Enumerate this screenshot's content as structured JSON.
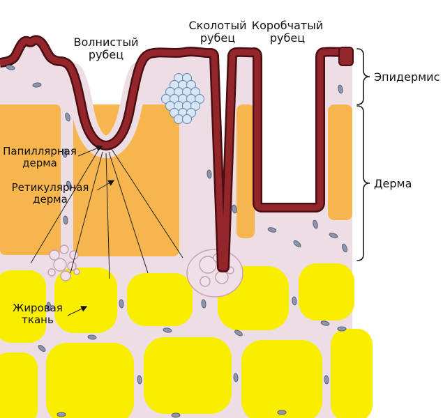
{
  "diagram": {
    "scar_labels": {
      "rolling": {
        "line1": "Волнистый",
        "line2": "рубец"
      },
      "icepick": {
        "line1": "Сколотый",
        "line2": "рубец"
      },
      "boxcar": {
        "line1": "Коробчатый",
        "line2": "рубец"
      }
    },
    "layer_labels": {
      "epidermis": "Эпидермис",
      "dermis": "Дерма"
    },
    "left_labels": {
      "papillary": {
        "line1": "Папиллярная",
        "line2": "дерма"
      },
      "reticular": {
        "line1": "Ретикулярная",
        "line2": "дерма"
      },
      "fat": {
        "line1": "Жировая",
        "line2": "ткань"
      }
    },
    "colors": {
      "epidermis": "#93262b",
      "epidermis_outline": "#4a0d12",
      "dermis_pink": "#eddde5",
      "reticular_orange": "#f7b54e",
      "fat_yellow": "#f9ed00",
      "nucleus": "#8d95ad",
      "cluster_blue": "#d6e6f4"
    }
  }
}
